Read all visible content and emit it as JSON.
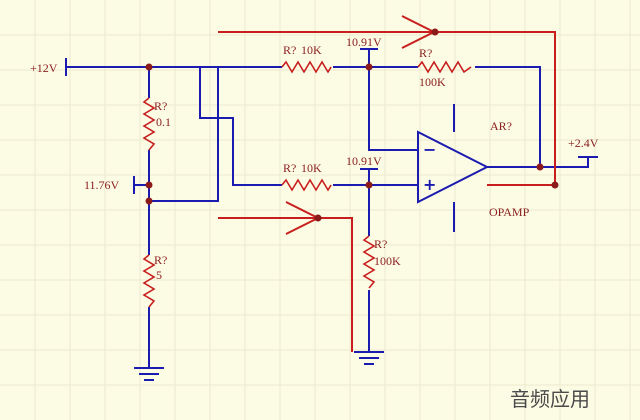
{
  "labels": {
    "v_supply": "+12V",
    "r_div_top_ref": "R?",
    "r_div_top_val": "0.1",
    "v_mid": "11.76V",
    "r_div_bot_ref": "R?",
    "r_div_bot_val": "5",
    "r_top_in_ref": "R?",
    "r_top_in_val": "10K",
    "v_top_node": "10.91V",
    "r_fb_ref": "R?",
    "r_fb_val": "100K",
    "r_bot_in_ref": "R?",
    "r_bot_in_val": "10K",
    "v_bot_node": "10.91V",
    "r_gnd_ref": "R?",
    "r_gnd_val": "100K",
    "opamp_ref": "AR?",
    "opamp_name": "OPAMP",
    "v_out": "+2.4V",
    "minus_sign": "−",
    "plus_sign": "+"
  },
  "watermark": "音频应用",
  "colors": {
    "wire": "#1b1bb0",
    "component": "#c81e1e",
    "annotation": "#c81e1e",
    "text": "#8b2020",
    "background": "#fcfbe4"
  }
}
